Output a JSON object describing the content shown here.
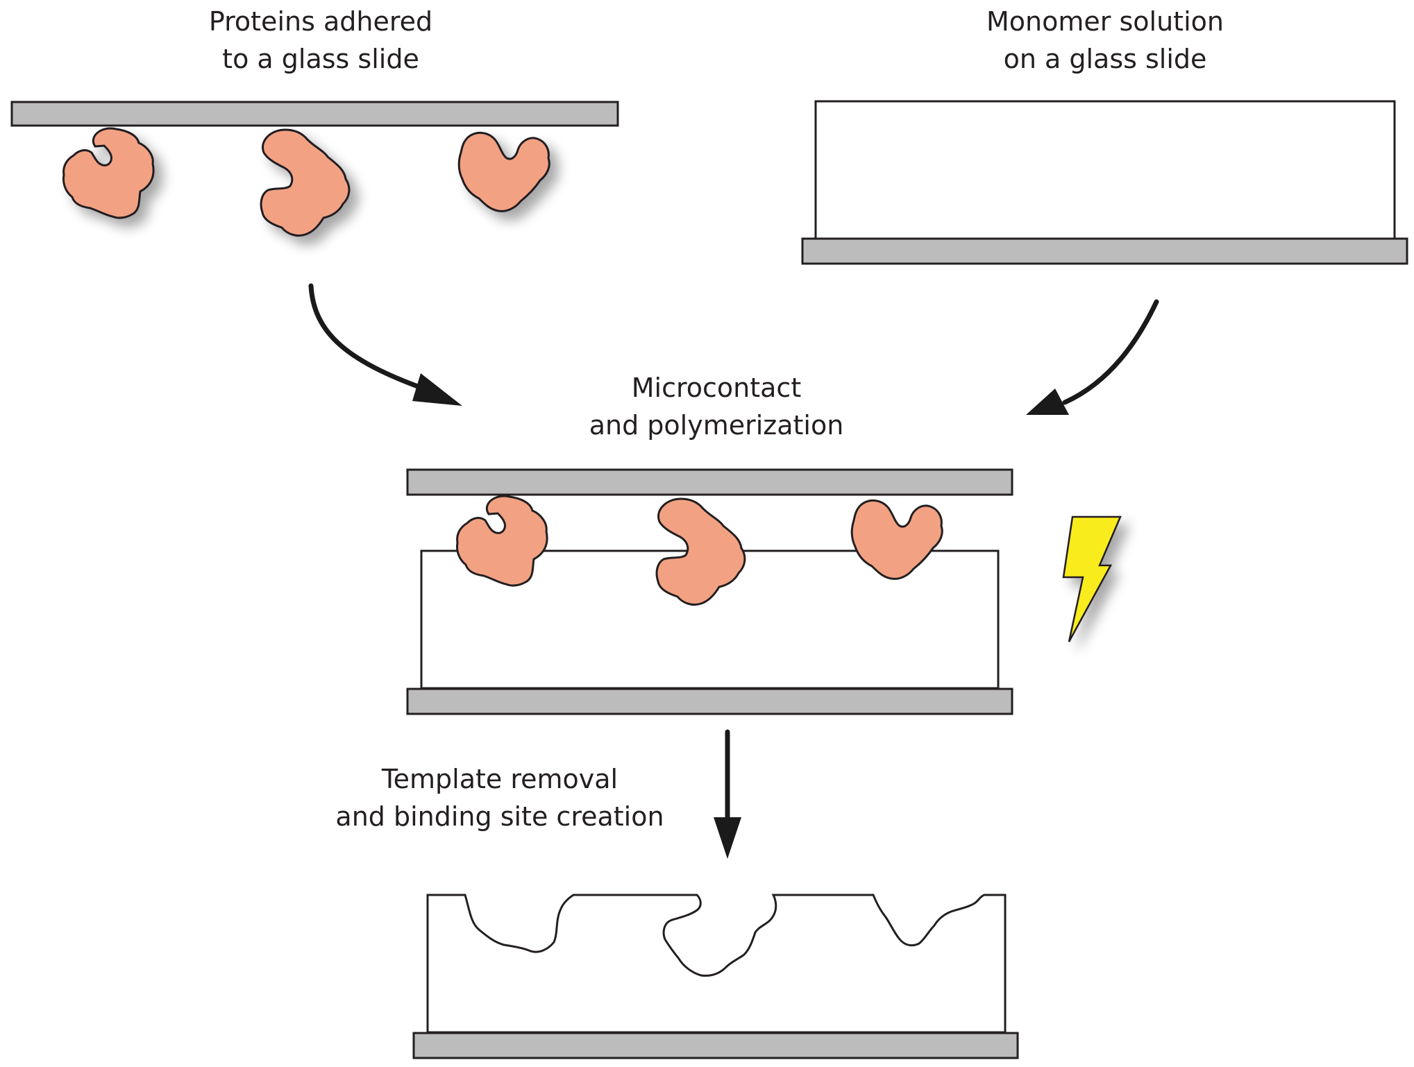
{
  "labels": {
    "proteins_line1": "Proteins adhered",
    "proteins_line2": "to a glass slide",
    "monomer_line1": "Monomer solution",
    "monomer_line2": "on a glass slide",
    "microcontact_line1": "Microcontact",
    "microcontact_line2": "and polymerization",
    "template_line1": "Template removal",
    "template_line2": "and binding site creation"
  },
  "colors": {
    "protein_fill": "#f2a283",
    "protein_stroke": "#231f20",
    "slide_fill": "#bcbcbc",
    "lightning_fill": "#f9ec1b",
    "arrow": "#1a1a1a"
  },
  "icons": {
    "protein": "protein-blob",
    "uv_light": "lightning-bolt-icon"
  }
}
